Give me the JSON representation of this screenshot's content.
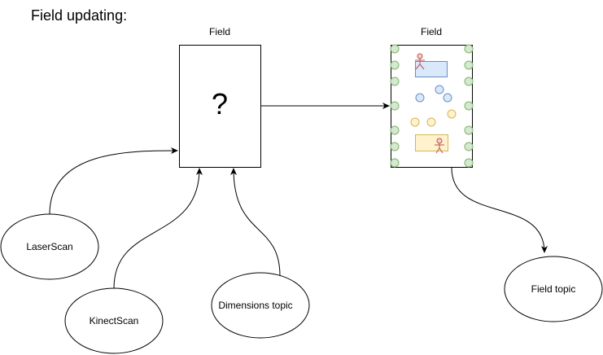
{
  "diagram": {
    "title": "Field updating:",
    "field_box_left": {
      "label": "Field",
      "symbol": "?"
    },
    "field_box_right": {
      "label": "Field"
    },
    "nodes": {
      "laserscan": "LaserScan",
      "kinectscan": "KinectScan",
      "dimensions": "Dimensions topic",
      "field_topic": "Field topic"
    },
    "colors": {
      "stroke": "#000000",
      "boundary_dot_fill": "#d5e8d4",
      "boundary_dot_stroke": "#82b366",
      "team_blue_fill": "#dae8fc",
      "team_blue_stroke": "#6c8ebf",
      "team_yellow_fill": "#fff2cc",
      "team_yellow_stroke": "#d6b656",
      "player_stroke": "#b85450",
      "player_head_fill": "#f8cecc"
    }
  }
}
